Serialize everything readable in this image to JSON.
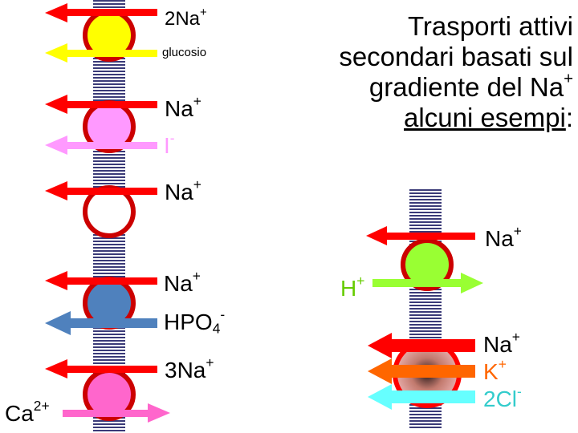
{
  "title": {
    "line1": "Trasporti attivi",
    "line2": "secondari basati sul",
    "line3": "gradiente del Na",
    "line3_sup": "+",
    "line4": "alcuni esempi",
    "line4_tail": ":"
  },
  "left_column": {
    "t1_ion": "2Na",
    "t1_ion_sup": "+",
    "t1_co": "glucosio",
    "t2_ion": "Na",
    "t2_ion_sup": "+",
    "t2_co": "I",
    "t2_co_sup": "-",
    "t3_ion": "Na",
    "t3_ion_sup": "+",
    "t4_ion": "Na",
    "t4_ion_sup": "+",
    "t4_co": "HPO",
    "t4_co_sub": "4",
    "t4_co_sup": "-",
    "t5_ion": "3Na",
    "t5_ion_sup": "+",
    "t5_counter": "Ca",
    "t5_counter_sup": "2+"
  },
  "right_column": {
    "t1_ion": "Na",
    "t1_ion_sup": "+",
    "t1_counter": "H",
    "t1_counter_sup": "+",
    "t2_ion1": "Na",
    "t2_ion1_sup": "+",
    "t2_ion2": "K",
    "t2_ion2_sup": "+",
    "t2_ion3": "2Cl",
    "t2_ion3_sup": "-"
  },
  "colors": {
    "membrane": "#3a3a78",
    "arrow_na": "#ff0000",
    "glucose_arrow": "#ffff00",
    "glucose_carrier": "#ffff00",
    "iodide_arrow": "#ff99ff",
    "iodide_carrier": "#ff99ff",
    "phosphate_arrow": "#4f81bd",
    "phosphate_carrier": "#4f81bd",
    "calcium_arrow": "#ff66cc",
    "calcium_carrier": "#ff66cc",
    "proton_arrow": "#99ff33",
    "proton_label": "#66cc00",
    "potassium_arrow": "#ff6600",
    "potassium_label": "#ff6600",
    "chloride_arrow": "#66ffff",
    "chloride_label": "#33cccc",
    "nkcc_carrier": "#cc3333",
    "carrier_outline": "#cc0000"
  }
}
